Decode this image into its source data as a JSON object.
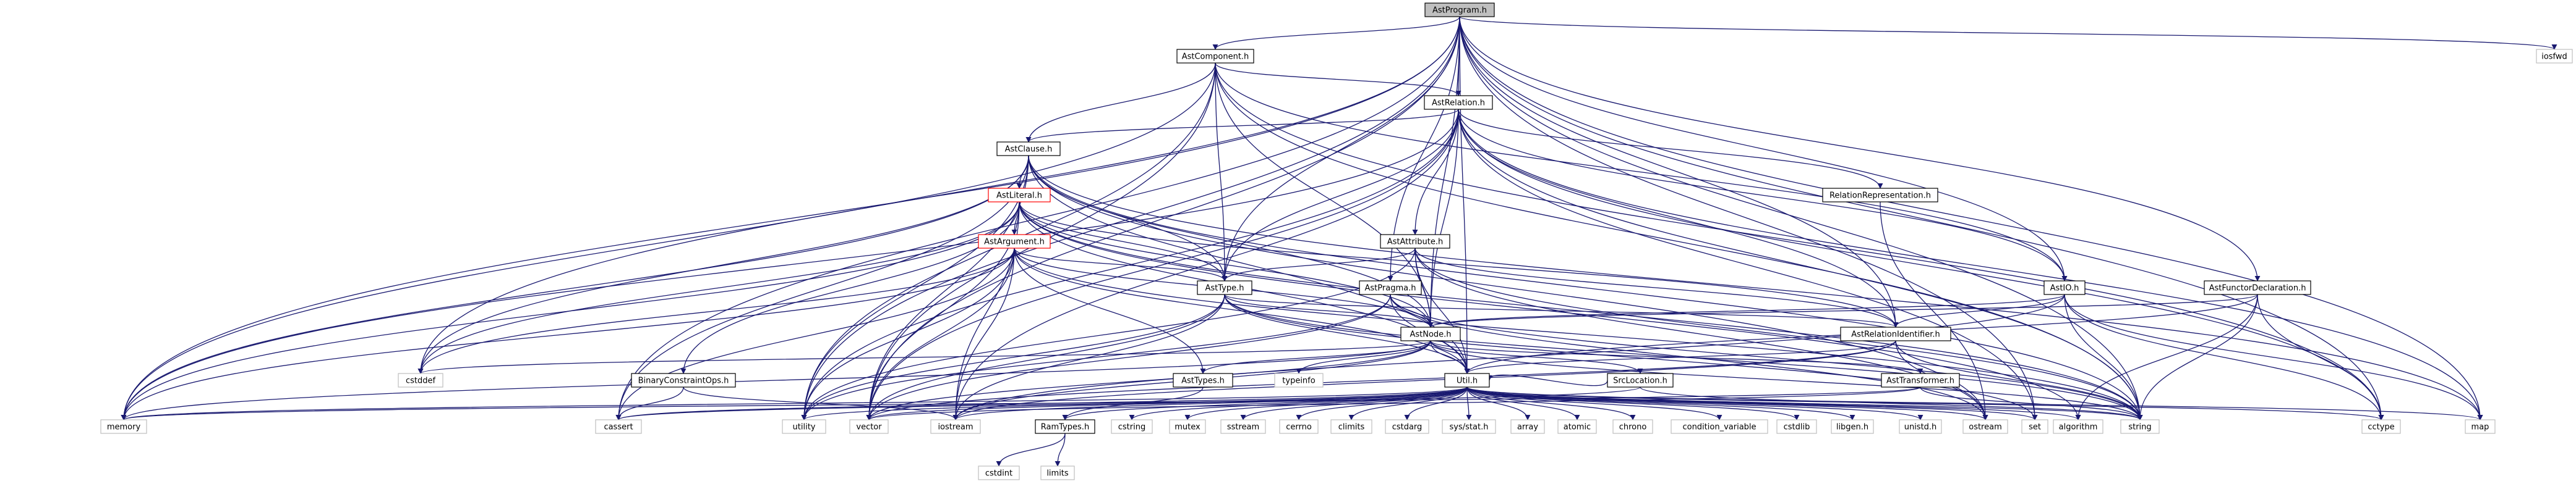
{
  "nodes": [
    {
      "id": "root",
      "label": "AstProgram.h",
      "kind": "root"
    },
    {
      "id": "component",
      "label": "AstComponent.h",
      "kind": "doc"
    },
    {
      "id": "relation",
      "label": "AstRelation.h",
      "kind": "doc"
    },
    {
      "id": "clause",
      "label": "AstClause.h",
      "kind": "doc"
    },
    {
      "id": "literal",
      "label": "AstLiteral.h",
      "kind": "red"
    },
    {
      "id": "argument",
      "label": "AstArgument.h",
      "kind": "red"
    },
    {
      "id": "attribute",
      "label": "AstAttribute.h",
      "kind": "doc"
    },
    {
      "id": "type",
      "label": "AstType.h",
      "kind": "doc"
    },
    {
      "id": "pragma",
      "label": "AstPragma.h",
      "kind": "doc"
    },
    {
      "id": "node",
      "label": "AstNode.h",
      "kind": "doc"
    },
    {
      "id": "io",
      "label": "AstIO.h",
      "kind": "doc"
    },
    {
      "id": "functor",
      "label": "AstFunctorDeclaration.h",
      "kind": "doc"
    },
    {
      "id": "relrep",
      "label": "RelationRepresentation.h",
      "kind": "doc"
    },
    {
      "id": "relid",
      "label": "AstRelationIdentifier.h",
      "kind": "doc"
    },
    {
      "id": "bco",
      "label": "BinaryConstraintOps.h",
      "kind": "doc"
    },
    {
      "id": "types",
      "label": "AstTypes.h",
      "kind": "doc"
    },
    {
      "id": "util",
      "label": "Util.h",
      "kind": "doc"
    },
    {
      "id": "srcloc",
      "label": "SrcLocation.h",
      "kind": "doc"
    },
    {
      "id": "transformer",
      "label": "AstTransformer.h",
      "kind": "doc"
    },
    {
      "id": "ramtypes",
      "label": "RamTypes.h",
      "kind": "doc"
    },
    {
      "id": "iosfwd",
      "label": "iosfwd",
      "kind": "sys"
    },
    {
      "id": "memory",
      "label": "memory",
      "kind": "sys"
    },
    {
      "id": "cassert",
      "label": "cassert",
      "kind": "sys"
    },
    {
      "id": "utility",
      "label": "utility",
      "kind": "sys"
    },
    {
      "id": "vector",
      "label": "vector",
      "kind": "sys"
    },
    {
      "id": "iostream",
      "label": "iostream",
      "kind": "sys"
    },
    {
      "id": "cstddef",
      "label": "cstddef",
      "kind": "sys"
    },
    {
      "id": "typeinfo",
      "label": "typeinfo",
      "kind": "sys"
    },
    {
      "id": "cstdint",
      "label": "cstdint",
      "kind": "sys"
    },
    {
      "id": "limits",
      "label": "limits",
      "kind": "sys"
    },
    {
      "id": "cstring",
      "label": "cstring",
      "kind": "sys"
    },
    {
      "id": "mutex",
      "label": "mutex",
      "kind": "sys"
    },
    {
      "id": "sstream",
      "label": "sstream",
      "kind": "sys"
    },
    {
      "id": "cerrno",
      "label": "cerrno",
      "kind": "sys"
    },
    {
      "id": "climits",
      "label": "climits",
      "kind": "sys"
    },
    {
      "id": "cstdarg",
      "label": "cstdarg",
      "kind": "sys"
    },
    {
      "id": "sysstat",
      "label": "sys/stat.h",
      "kind": "sys"
    },
    {
      "id": "array",
      "label": "array",
      "kind": "sys"
    },
    {
      "id": "atomic",
      "label": "atomic",
      "kind": "sys"
    },
    {
      "id": "chrono",
      "label": "chrono",
      "kind": "sys"
    },
    {
      "id": "condvar",
      "label": "condition_variable",
      "kind": "sys"
    },
    {
      "id": "cstdlib",
      "label": "cstdlib",
      "kind": "sys"
    },
    {
      "id": "libgen",
      "label": "libgen.h",
      "kind": "sys"
    },
    {
      "id": "unistd",
      "label": "unistd.h",
      "kind": "sys"
    },
    {
      "id": "ostream",
      "label": "ostream",
      "kind": "sys"
    },
    {
      "id": "set",
      "label": "set",
      "kind": "sys"
    },
    {
      "id": "algorithm",
      "label": "algorithm",
      "kind": "sys"
    },
    {
      "id": "string",
      "label": "string",
      "kind": "sys"
    },
    {
      "id": "cctype",
      "label": "cctype",
      "kind": "sys"
    },
    {
      "id": "map",
      "label": "map",
      "kind": "sys"
    }
  ],
  "edges": [
    [
      "root",
      "component"
    ],
    [
      "root",
      "relation"
    ],
    [
      "root",
      "type"
    ],
    [
      "root",
      "pragma"
    ],
    [
      "root",
      "node"
    ],
    [
      "root",
      "io"
    ],
    [
      "root",
      "functor"
    ],
    [
      "root",
      "relid"
    ],
    [
      "root",
      "util"
    ],
    [
      "root",
      "memory"
    ],
    [
      "root",
      "cassert"
    ],
    [
      "root",
      "utility"
    ],
    [
      "root",
      "vector"
    ],
    [
      "root",
      "cstddef"
    ],
    [
      "root",
      "iosfwd"
    ],
    [
      "root",
      "map"
    ],
    [
      "root",
      "set"
    ],
    [
      "root",
      "string"
    ],
    [
      "root",
      "cctype"
    ],
    [
      "component",
      "relation"
    ],
    [
      "component",
      "clause"
    ],
    [
      "component",
      "type"
    ],
    [
      "component",
      "node"
    ],
    [
      "component",
      "io"
    ],
    [
      "component",
      "memory"
    ],
    [
      "component",
      "utility"
    ],
    [
      "component",
      "vector"
    ],
    [
      "component",
      "string"
    ],
    [
      "component",
      "cctype"
    ],
    [
      "relation",
      "clause"
    ],
    [
      "relation",
      "attribute"
    ],
    [
      "relation",
      "type"
    ],
    [
      "relation",
      "node"
    ],
    [
      "relation",
      "io"
    ],
    [
      "relation",
      "relrep"
    ],
    [
      "relation",
      "relid"
    ],
    [
      "relation",
      "memory"
    ],
    [
      "relation",
      "utility"
    ],
    [
      "relation",
      "vector"
    ],
    [
      "relation",
      "iostream"
    ],
    [
      "relation",
      "set"
    ],
    [
      "relation",
      "string"
    ],
    [
      "relation",
      "cctype"
    ],
    [
      "relation",
      "map"
    ],
    [
      "clause",
      "literal"
    ],
    [
      "clause",
      "node"
    ],
    [
      "clause",
      "type"
    ],
    [
      "clause",
      "util"
    ],
    [
      "clause",
      "memory"
    ],
    [
      "clause",
      "utility"
    ],
    [
      "clause",
      "vector"
    ],
    [
      "clause",
      "cassert"
    ],
    [
      "clause",
      "cstddef"
    ],
    [
      "clause",
      "string"
    ],
    [
      "clause",
      "ostream"
    ],
    [
      "clause",
      "map"
    ],
    [
      "literal",
      "argument"
    ],
    [
      "literal",
      "bco"
    ],
    [
      "literal",
      "node"
    ],
    [
      "literal",
      "type"
    ],
    [
      "literal",
      "util"
    ],
    [
      "literal",
      "relid"
    ],
    [
      "literal",
      "memory"
    ],
    [
      "literal",
      "vector"
    ],
    [
      "literal",
      "iostream"
    ],
    [
      "literal",
      "cstddef"
    ],
    [
      "literal",
      "string"
    ],
    [
      "literal",
      "algorithm"
    ],
    [
      "argument",
      "type"
    ],
    [
      "argument",
      "node"
    ],
    [
      "argument",
      "types"
    ],
    [
      "argument",
      "util"
    ],
    [
      "argument",
      "memory"
    ],
    [
      "argument",
      "vector"
    ],
    [
      "argument",
      "utility"
    ],
    [
      "argument",
      "cassert"
    ],
    [
      "argument",
      "cstddef"
    ],
    [
      "argument",
      "string"
    ],
    [
      "argument",
      "iostream"
    ],
    [
      "attribute",
      "type"
    ],
    [
      "attribute",
      "node"
    ],
    [
      "attribute",
      "relid"
    ],
    [
      "attribute",
      "util"
    ],
    [
      "attribute",
      "utility"
    ],
    [
      "attribute",
      "string"
    ],
    [
      "attribute",
      "ostream"
    ],
    [
      "type",
      "node"
    ],
    [
      "type",
      "relid"
    ],
    [
      "type",
      "util"
    ],
    [
      "type",
      "set"
    ],
    [
      "type",
      "iostream"
    ],
    [
      "type",
      "vector"
    ],
    [
      "type",
      "utility"
    ],
    [
      "type",
      "string"
    ],
    [
      "pragma",
      "node"
    ],
    [
      "pragma",
      "util"
    ],
    [
      "pragma",
      "utility"
    ],
    [
      "pragma",
      "string"
    ],
    [
      "pragma",
      "ostream"
    ],
    [
      "pragma",
      "vector"
    ],
    [
      "node",
      "srcloc"
    ],
    [
      "node",
      "types"
    ],
    [
      "node",
      "util"
    ],
    [
      "node",
      "memory"
    ],
    [
      "node",
      "vector"
    ],
    [
      "node",
      "typeinfo"
    ],
    [
      "node",
      "cstddef"
    ],
    [
      "node",
      "transformer"
    ],
    [
      "node",
      "iostream"
    ],
    [
      "node",
      "string"
    ],
    [
      "io",
      "node"
    ],
    [
      "io",
      "relid"
    ],
    [
      "io",
      "iostream"
    ],
    [
      "io",
      "string"
    ],
    [
      "io",
      "cctype"
    ],
    [
      "io",
      "map"
    ],
    [
      "functor",
      "node"
    ],
    [
      "functor",
      "util"
    ],
    [
      "functor",
      "string"
    ],
    [
      "functor",
      "algorithm"
    ],
    [
      "functor",
      "cctype"
    ],
    [
      "relrep",
      "ostream"
    ],
    [
      "relid",
      "util"
    ],
    [
      "relid",
      "string"
    ],
    [
      "relid",
      "vector"
    ],
    [
      "relid",
      "iostream"
    ],
    [
      "relid",
      "ostream"
    ],
    [
      "bco",
      "cassert"
    ],
    [
      "bco",
      "iostream"
    ],
    [
      "types",
      "ramtypes"
    ],
    [
      "ramtypes",
      "cstdint"
    ],
    [
      "ramtypes",
      "limits"
    ],
    [
      "transformer",
      "memory"
    ],
    [
      "transformer",
      "vector"
    ],
    [
      "transformer",
      "string"
    ],
    [
      "srcloc",
      "util"
    ],
    [
      "srcloc",
      "cassert"
    ],
    [
      "srcloc",
      "string"
    ],
    [
      "util",
      "memory"
    ],
    [
      "util",
      "cassert"
    ],
    [
      "util",
      "utility"
    ],
    [
      "util",
      "vector"
    ],
    [
      "util",
      "iostream"
    ],
    [
      "util",
      "cstring"
    ],
    [
      "util",
      "mutex"
    ],
    [
      "util",
      "sstream"
    ],
    [
      "util",
      "cerrno"
    ],
    [
      "util",
      "climits"
    ],
    [
      "util",
      "cstdarg"
    ],
    [
      "util",
      "sysstat"
    ],
    [
      "util",
      "array"
    ],
    [
      "util",
      "atomic"
    ],
    [
      "util",
      "chrono"
    ],
    [
      "util",
      "condvar"
    ],
    [
      "util",
      "cstdlib"
    ],
    [
      "util",
      "libgen"
    ],
    [
      "util",
      "unistd"
    ],
    [
      "util",
      "ostream"
    ],
    [
      "util",
      "set"
    ],
    [
      "util",
      "algorithm"
    ],
    [
      "util",
      "string"
    ],
    [
      "util",
      "cctype"
    ],
    [
      "util",
      "map"
    ],
    [
      "util",
      "ramtypes"
    ]
  ]
}
